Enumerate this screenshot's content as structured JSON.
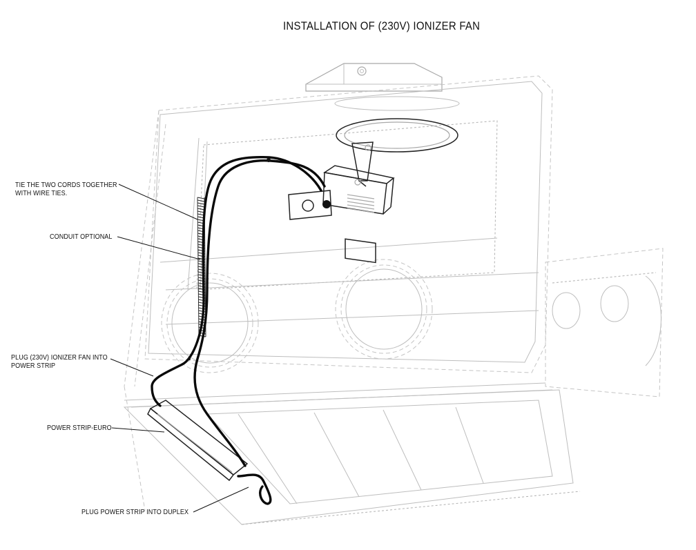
{
  "title": "INSTALLATION OF (230V) IONIZER FAN",
  "callouts": {
    "tie_cords": [
      "TIE THE TWO CORDS TOGETHER",
      "WITH WIRE TIES."
    ],
    "conduit": "CONDUIT OPTIONAL",
    "plug_fan": [
      "PLUG (230V) IONIZER FAN INTO",
      "POWER STRIP"
    ],
    "power_strip": "POWER STRIP-EURO",
    "plug_strip": "PLUG POWER STRIP INTO DUPLEX"
  },
  "colors": {
    "line_art": "#bdbdbd",
    "cord": "#0a0a0a",
    "text": "#111111"
  },
  "icons": {
    "fan": "fan-grille-icon",
    "outlet": "outlet-icon"
  }
}
